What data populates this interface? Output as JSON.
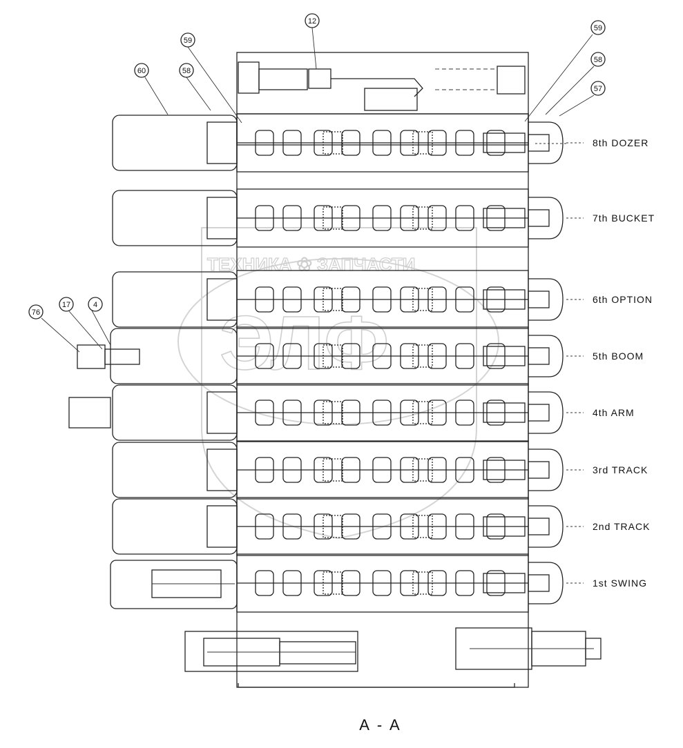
{
  "callouts": [
    {
      "id": "callout-12",
      "label": "12"
    },
    {
      "id": "callout-59-left",
      "label": "59"
    },
    {
      "id": "callout-60",
      "label": "60"
    },
    {
      "id": "callout-58-left",
      "label": "58"
    },
    {
      "id": "callout-59-right",
      "label": "59"
    },
    {
      "id": "callout-58-right",
      "label": "58"
    },
    {
      "id": "callout-57",
      "label": "57"
    },
    {
      "id": "callout-76",
      "label": "76"
    },
    {
      "id": "callout-17",
      "label": "17"
    },
    {
      "id": "callout-4",
      "label": "4"
    }
  ],
  "sections": [
    {
      "label": "8th  DOZER"
    },
    {
      "label": "7th  BUCKET"
    },
    {
      "label": "6th  OPTION"
    },
    {
      "label": "5th  BOOM"
    },
    {
      "label": "4th  ARM"
    },
    {
      "label": "3rd  TRACK"
    },
    {
      "label": "2nd  TRACK"
    },
    {
      "label": "1st  SWING"
    }
  ],
  "view_label": "A - A",
  "watermark": {
    "text": "ТЕХНИКА  ✿  ЗАПЧАСТИ",
    "logo": "ЭЛФ"
  }
}
